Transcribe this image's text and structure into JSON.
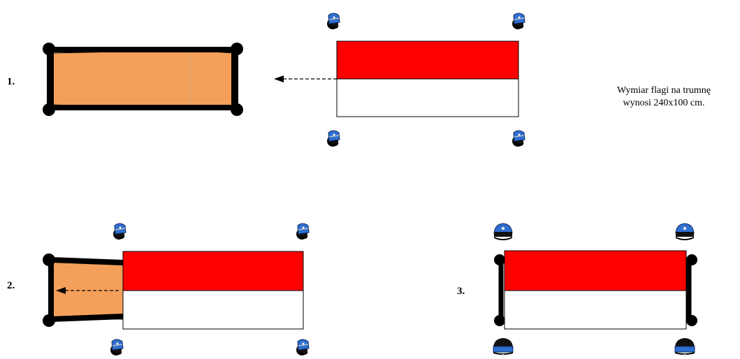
{
  "steps": [
    {
      "label": "1."
    },
    {
      "label": "2."
    },
    {
      "label": "3."
    }
  ],
  "note": {
    "line1": "Wymiar flagi na trumnę",
    "line2": "wynosi 240x100 cm."
  },
  "colors": {
    "flag_top": "#ff0000",
    "flag_bottom": "#ffffff",
    "coffin": "#f4a05a",
    "frame": "#000000",
    "cap_band": "#2f6fd0",
    "cap_crown": "#111111"
  },
  "icons": [
    "uniform-cap-icon",
    "flag",
    "coffin",
    "arrow"
  ]
}
